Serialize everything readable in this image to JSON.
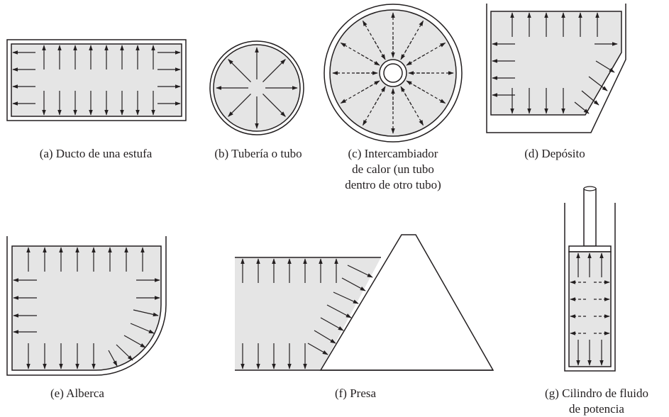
{
  "colors": {
    "fluid": "#e5e5e5",
    "ink": "#231f20",
    "background": "#ffffff"
  },
  "captions": {
    "a": [
      "(a) Ducto de una estufa"
    ],
    "b": [
      "(b) Tubería o tubo"
    ],
    "c": [
      "(c) Intercambiador",
      "de calor (un tubo",
      "dentro de otro tubo)"
    ],
    "d": [
      "(d) Depósito"
    ],
    "e": [
      "(e) Alberca"
    ],
    "f": [
      "(f) Presa"
    ],
    "g": [
      "(g) Cilindro de fluido",
      "de potencia"
    ]
  }
}
